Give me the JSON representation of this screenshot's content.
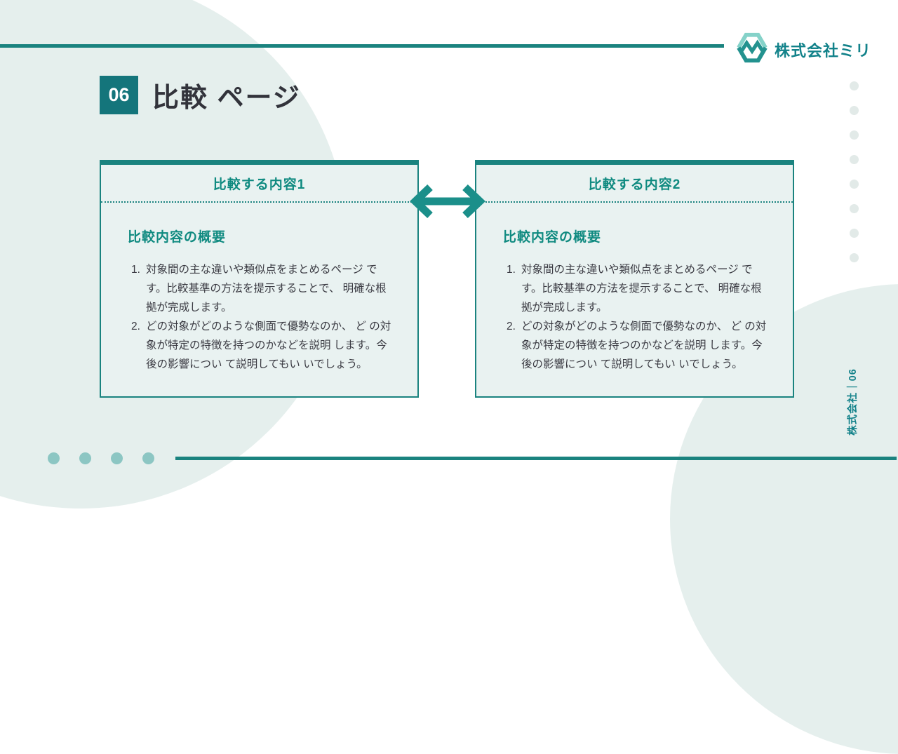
{
  "colors": {
    "teal_line": "#1a837f",
    "teal_text": "#0f8a80",
    "title_square": "#14757b",
    "box_fill": "#e9f2f1",
    "decor_circle": "#e5efed",
    "teal_dot": "#8cc6c3",
    "gray_dot": "#e2eae8",
    "body_text": "#3a3a42",
    "title_text": "#32333b"
  },
  "header": {
    "logo_text": "株式会社ミリ"
  },
  "title": {
    "number": "06",
    "text": "比較 ページ"
  },
  "boxes": [
    {
      "header": "比較する内容1",
      "body_heading": "比較内容の概要",
      "items": [
        {
          "marker": "1.",
          "text": "対象間の主な違いや類似点をまとめるページ で\nす。比較基準の方法を提示することで、 明確な根\n拠が完成します。"
        },
        {
          "marker": "2.",
          "text": "どの対象がどのような側面で優勢なのか、 ど の対\n象が特定の特徴を持つのかなどを説明 します。今\n後の影響につい て説明してもい いでしょう。"
        }
      ]
    },
    {
      "header": "比較する内容2",
      "body_heading": "比較内容の概要",
      "items": [
        {
          "marker": "1.",
          "text": "対象間の主な違いや類似点をまとめるページ で\nす。比較基準の方法を提示することで、 明確な根\n拠が完成します。"
        },
        {
          "marker": "2.",
          "text": "どの対象がどのような側面で優勢なのか、 ど の対\n象が特定の特徴を持つのかなどを説明 します。今\n後の影響につい て説明してもい いでしょう。"
        }
      ]
    }
  ],
  "footer": {
    "vertical_label": "株式会社｜06"
  }
}
